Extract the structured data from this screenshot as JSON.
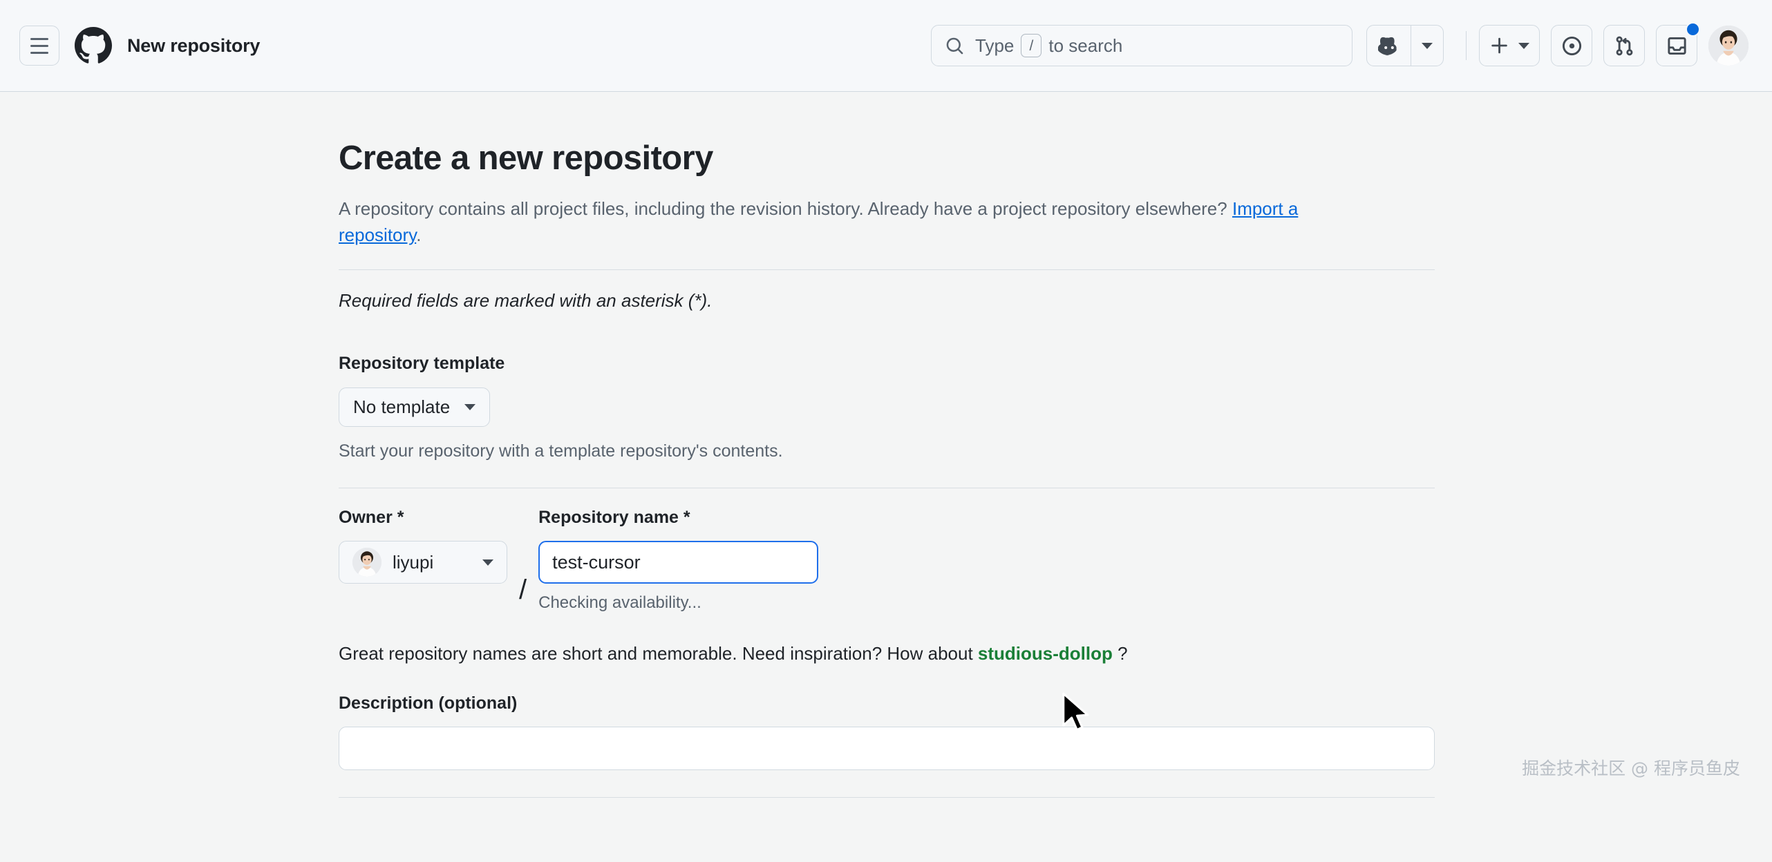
{
  "header": {
    "menu_icon": "hamburger-menu-icon",
    "logo_icon": "github-logo-icon",
    "title": "New repository",
    "search": {
      "icon": "search-icon",
      "prefix": "Type",
      "key_hint": "/",
      "suffix": "to search"
    },
    "copilot": {
      "icon": "copilot-icon",
      "caret": "chevron-down-icon"
    },
    "create": {
      "icon": "plus-icon",
      "caret": "chevron-down-icon"
    },
    "issues": {
      "icon": "issue-opened-icon"
    },
    "pull_requests": {
      "icon": "git-pull-request-icon"
    },
    "notifications": {
      "icon": "inbox-icon",
      "has_unread": true
    },
    "avatar": {
      "icon": "user-avatar"
    }
  },
  "page": {
    "heading": "Create a new repository",
    "lede_part1": "A repository contains all project files, including the revision history. Already have a project repository elsewhere? ",
    "lede_link": "Import a repository",
    "lede_part2": ".",
    "required_note": "Required fields are marked with an asterisk (*)."
  },
  "template": {
    "label": "Repository template",
    "selected": "No template",
    "caret": "chevron-down-icon",
    "helper": "Start your repository with a template repository's contents."
  },
  "owner": {
    "label": "Owner *",
    "value": "liyupi",
    "caret": "chevron-down-icon",
    "separator": "/"
  },
  "repository_name": {
    "label": "Repository name *",
    "value": "test-cursor",
    "status": "Checking availability..."
  },
  "inspiration": {
    "text_before": "Great repository names are short and memorable. Need inspiration? How about ",
    "suggestion": "studious-dollop",
    "text_after": " ?"
  },
  "description": {
    "label": "Description ",
    "optional": "(optional)",
    "value": ""
  },
  "watermark": "掘金技术社区 @ 程序员鱼皮",
  "colors": {
    "accent": "#0969da",
    "focus_border": "#1f6feb",
    "suggestion_green": "#1a7f37",
    "header_bg": "#f6f8fa",
    "page_bg": "#f4f5f5",
    "border": "#d1d9e0",
    "text": "#1f2328",
    "muted": "#59636e"
  }
}
